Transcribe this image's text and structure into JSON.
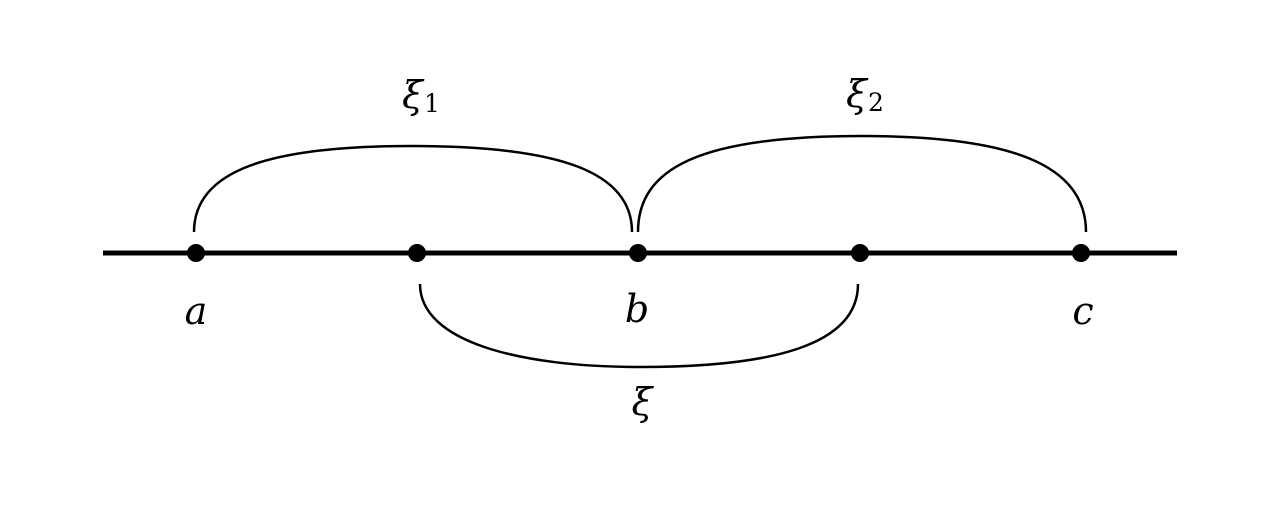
{
  "diagram": {
    "stroke_color": "#000000",
    "background": "#ffffff",
    "point_labels": {
      "a": "a",
      "b": "b",
      "c": "c"
    },
    "brace_labels": {
      "xi1": {
        "symbol": "ξ",
        "subscript": "1"
      },
      "xi2": {
        "symbol": "ξ",
        "subscript": "2"
      },
      "xi": {
        "symbol": "ξ"
      }
    }
  }
}
